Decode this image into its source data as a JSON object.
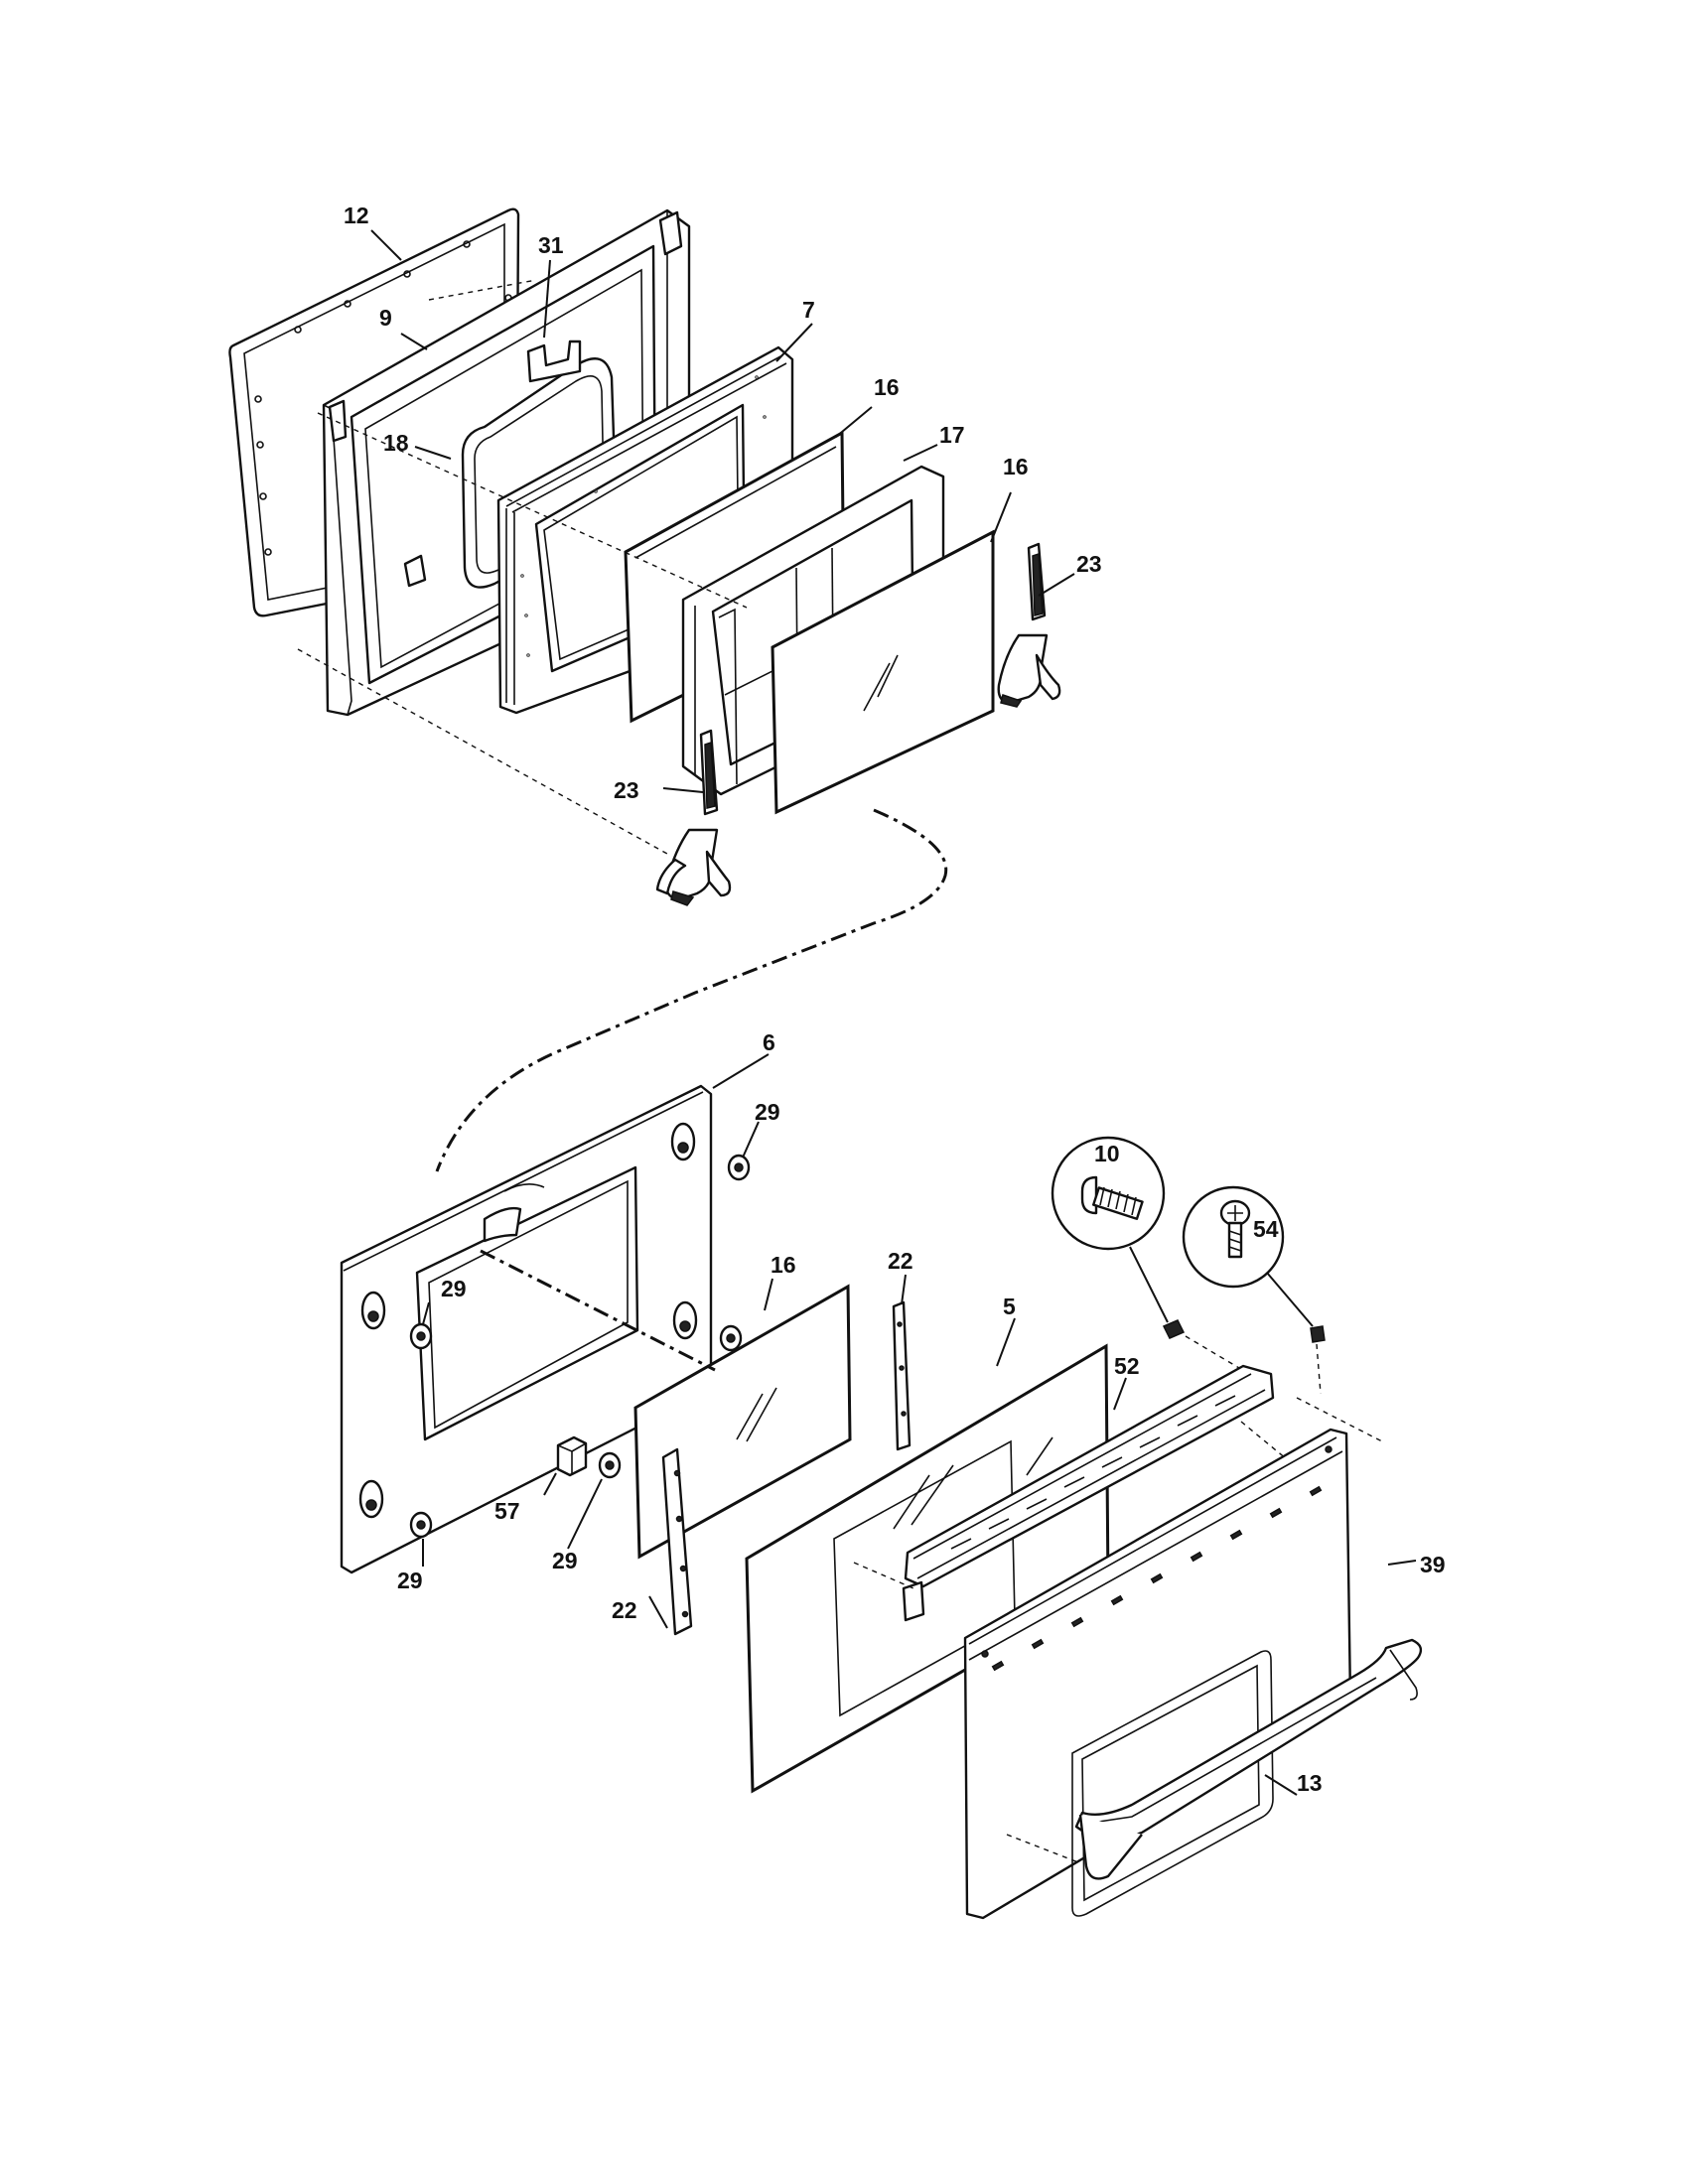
{
  "callouts": {
    "c12": "12",
    "c31": "31",
    "c9": "9",
    "c7": "7",
    "c18": "18",
    "c16a": "16",
    "c17": "17",
    "c16b": "16",
    "c23a": "23",
    "c23b": "23",
    "c6": "6",
    "c29a": "29",
    "c10": "10",
    "c54": "54",
    "c29b": "29",
    "c16c": "16",
    "c22a": "22",
    "c5": "5",
    "c52": "52",
    "c39": "39",
    "c57": "57",
    "c29c": "29",
    "c29d": "29",
    "c22b": "22",
    "c13": "13"
  }
}
